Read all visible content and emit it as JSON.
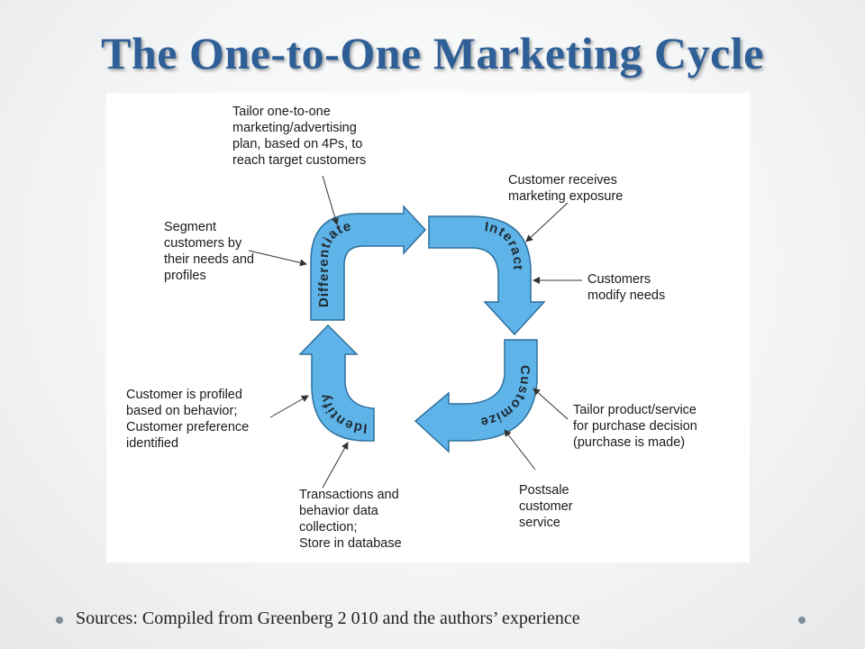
{
  "title": "The One-to-One Marketing Cycle",
  "stages": {
    "differentiate": "Differentiate",
    "interact": "Interact",
    "customize": "Customize",
    "identify": "Identify"
  },
  "annotations": {
    "tailor_plan": "Tailor one-to-one\nmarketing/advertising\nplan, based on 4Ps, to\nreach target customers",
    "segment": "Segment\ncustomers by\ntheir needs and\nprofiles",
    "exposure": "Customer receives\nmarketing exposure",
    "modify_needs": "Customers\nmodify needs",
    "tailor_product": "Tailor product/service\nfor purchase decision\n(purchase is made)",
    "postsale": "Postsale\ncustomer\nservice",
    "transactions": "Transactions and\nbehavior data\ncollection;\nStore in database",
    "profiled": "Customer is profiled\nbased on behavior;\nCustomer preference\nidentified"
  },
  "footer": {
    "text": "Sources: Compiled from Greenberg 2 010 and the authors’ experience"
  },
  "colors": {
    "title": "#2e5f97",
    "arrow_fill": "#5eb4e8",
    "arrow_stroke": "#2f6f9c",
    "bullet": "#7f8c9a"
  }
}
